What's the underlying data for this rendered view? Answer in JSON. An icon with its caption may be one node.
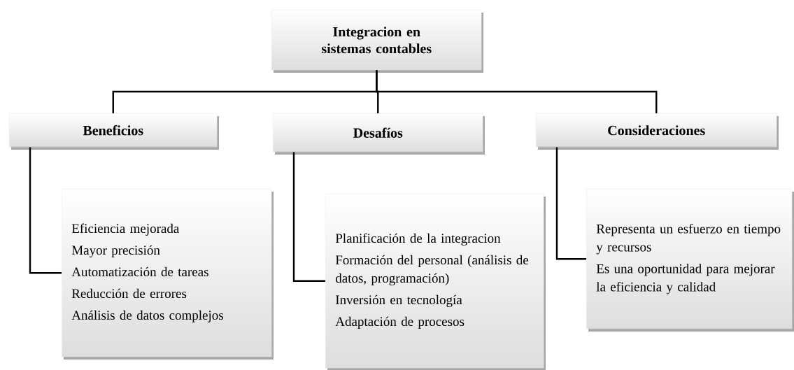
{
  "diagram": {
    "nodes": [
      {
        "text": [
          "Integracion en sistemas contables"
        ]
      },
      {
        "text": [
          "Beneficios"
        ]
      },
      {
        "text": [
          "Desafíos"
        ]
      },
      {
        "text": [
          "Consideraciones"
        ]
      },
      {
        "text": [
          "Eficiencia mejorada",
          "Mayor precisión",
          "Automatización de tareas",
          "Reducción de errores",
          "Análisis de datos complejos"
        ]
      },
      {
        "text": [
          "Planificación de la integracion",
          "Formación del personal (análisis de datos, programación)",
          "Inversión en tecnología",
          "Adaptación de procesos"
        ]
      },
      {
        "text": [
          "Representa un esfuerzo en tiempo y recursos",
          "Es una oportunidad para mejorar la eficiencia y calidad"
        ]
      }
    ],
    "edges": [
      {
        "from": 0,
        "to": 1,
        "arrow": "none"
      },
      {
        "from": 0,
        "to": 2,
        "arrow": "none"
      },
      {
        "from": 0,
        "to": 3,
        "arrow": "none"
      },
      {
        "from": 1,
        "to": 4,
        "arrow": "none"
      },
      {
        "from": 2,
        "to": 5,
        "arrow": "none"
      },
      {
        "from": 3,
        "to": 6,
        "arrow": "none"
      }
    ]
  }
}
